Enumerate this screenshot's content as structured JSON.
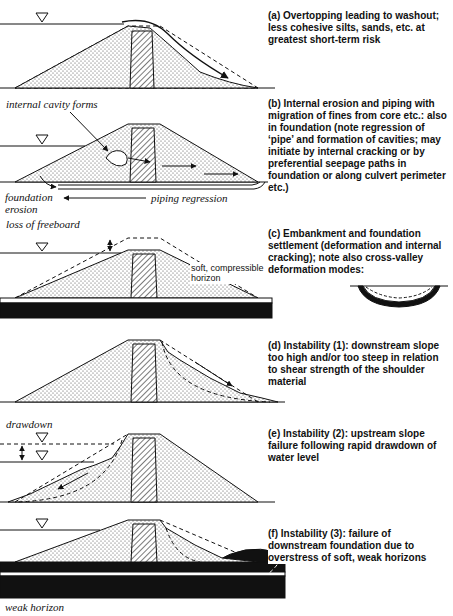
{
  "diagram": {
    "labels": [
      "(a) Overtopping leading to washout; less cohesive silts, sands, etc. at greatest short-term risk",
      "internal cavity forms",
      "(b) Internal erosion and piping with migration of fines from core etc.: also in foundation (note regression of ‘pipe’ and formation of cavities; may initiate by internal cracking or by preferential seepage paths in foundation or along culvert perimeter etc.)",
      "foundation erosion",
      "piping regression",
      "loss of freeboard",
      "(c) Embankment and foundation settlement (deformation and internal cracking); note also cross-valley deformation modes:",
      "soft, compressible horizon",
      "(d) Instability (1): downstream slope too high and/or too steep in relation to shear strength of the shoulder material",
      "drawdown",
      "(e) Instability (2): upstream slope failure following rapid drawdown of water level",
      "(f) Instability (3): failure of downstream foundation due to overstress of soft, weak horizons",
      "weak horizon"
    ]
  }
}
